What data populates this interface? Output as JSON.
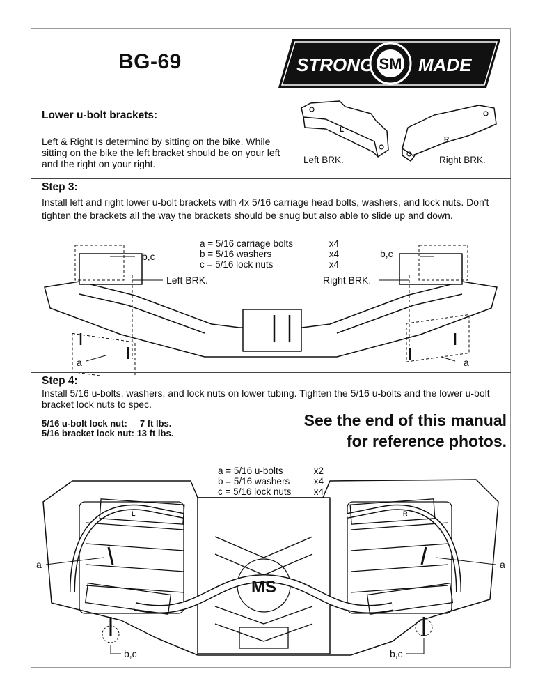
{
  "header": {
    "model": "BG-69",
    "logo": {
      "left_word": "STRONG",
      "monogram": "SM",
      "right_word": "MADE"
    }
  },
  "brackets_section": {
    "title": "Lower u-bolt brackets:",
    "description": "Left & Right Is determind by sitting on the bike. While sitting on the bike the left bracket should be on your left and the right on your right.",
    "left_caption": "Left BRK.",
    "right_caption": "Right BRK.",
    "left_mark": "L",
    "right_mark": "R"
  },
  "step3": {
    "title": "Step 3:",
    "instructions": "Install left and right lower u-bolt brackets with 4x 5/16 carriage head bolts, washers, and lock nuts. Don't tighten the brackets all the way the brackets should be snug but also able to slide up and down.",
    "parts": [
      {
        "text": "a = 5/16 carriage bolts",
        "qty": "x4"
      },
      {
        "text": "b = 5/16 washers",
        "qty": "x4"
      },
      {
        "text": "c = 5/16 lock nuts",
        "qty": "x4"
      }
    ],
    "callouts": {
      "bc_left": "b,c",
      "bc_right": "b,c",
      "left_brk": "Left BRK.",
      "right_brk": "Right BRK.",
      "a_left": "a",
      "a_right": "a"
    }
  },
  "step4": {
    "title": "Step 4:",
    "instructions": "Install 5/16 u-bolts, washers, and lock nuts on lower tubing. Tighten the 5/16 u-bolts and the lower u-bolt bracket lock nuts to spec.",
    "torque_specs": [
      {
        "label": "5/16 u-bolt lock nut:",
        "value": "7 ft lbs."
      },
      {
        "label": "5/16 bracket lock nut:",
        "value": "13 ft lbs."
      }
    ],
    "reference_note_line1": "See the end of this manual",
    "reference_note_line2": "for reference photos.",
    "parts": [
      {
        "text": "a = 5/16 u-bolts",
        "qty": "x2"
      },
      {
        "text": "b = 5/16 washers",
        "qty": "x4"
      },
      {
        "text": "c = 5/16 lock nuts",
        "qty": "x4"
      }
    ],
    "callouts": {
      "a_left": "a",
      "a_right": "a",
      "bc_left": "b,c",
      "bc_right": "b,c",
      "mark_l": "L",
      "mark_r": "R",
      "center_logo": "MS"
    }
  }
}
